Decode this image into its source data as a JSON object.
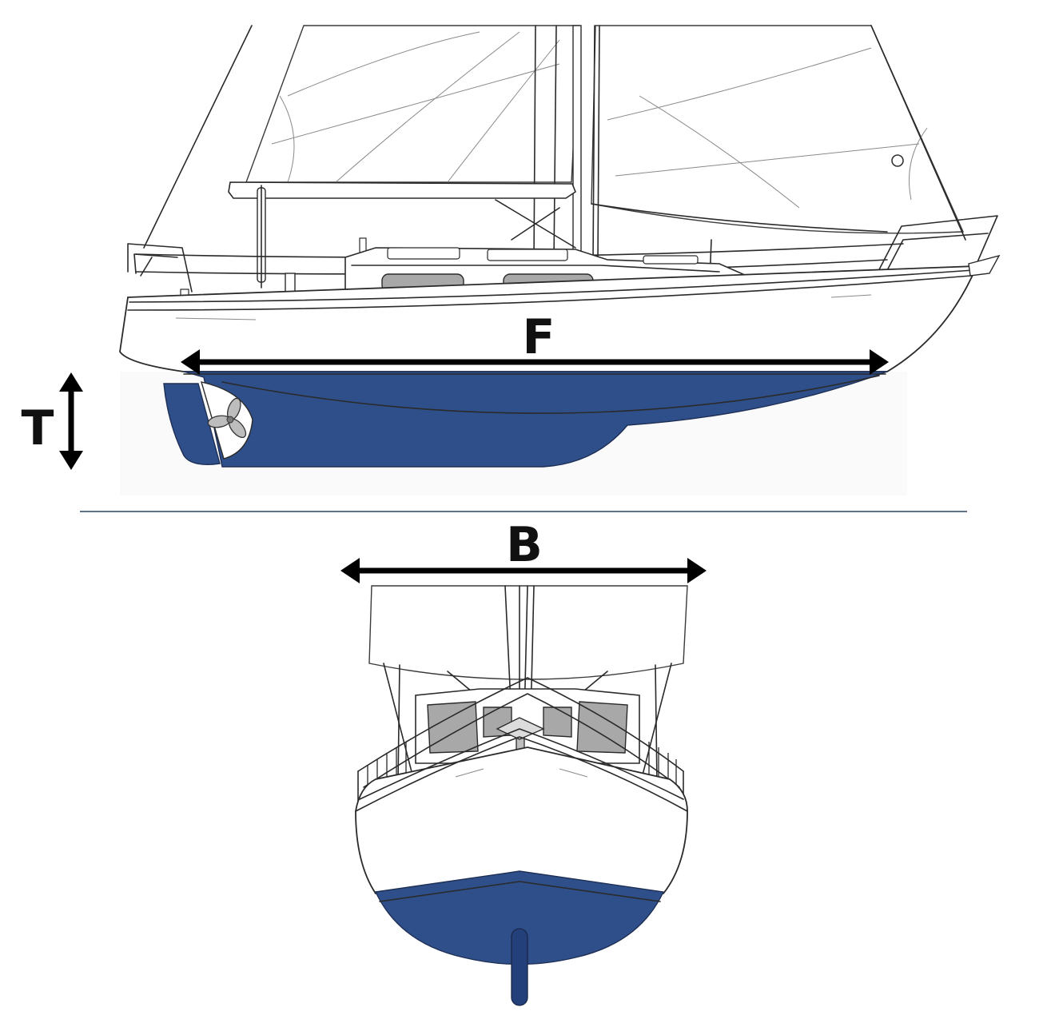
{
  "labels": {
    "length": "F",
    "draft": "T",
    "beam": "B"
  },
  "colors": {
    "antifouling": "#2f4f8a",
    "antifouling_dark": "#23407a",
    "window": "#a8a8a8",
    "separator": "#2e4560",
    "arrow": "#000000"
  },
  "icons": {
    "propeller": "propeller-icon",
    "side_view": "sailboat-side-profile",
    "front_view": "sailboat-bow-view"
  }
}
